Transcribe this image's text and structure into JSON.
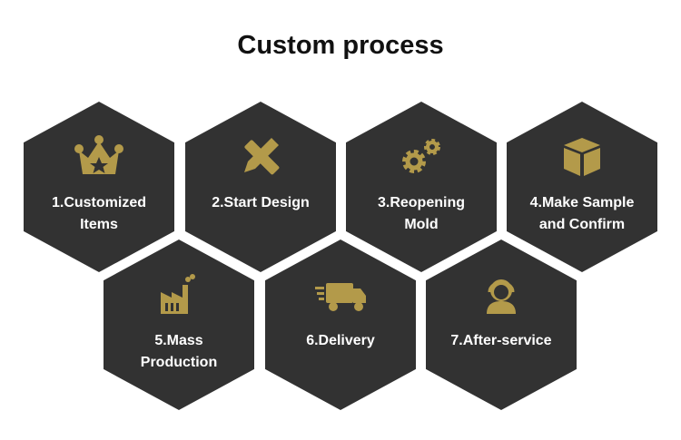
{
  "title": "Custom process",
  "accent_color": "#b39a4a",
  "steps": [
    {
      "line1": "1.Customized",
      "line2": "Items",
      "icon": "crown-icon"
    },
    {
      "line1": "2.Start Design",
      "line2": "",
      "icon": "pencil-ruler-icon"
    },
    {
      "line1": "3.Reopening",
      "line2": "Mold",
      "icon": "gears-icon"
    },
    {
      "line1": "4.Make Sample",
      "line2": "and Confirm",
      "icon": "box-icon"
    },
    {
      "line1": "5.Mass",
      "line2": "Production",
      "icon": "factory-icon"
    },
    {
      "line1": "6.Delivery",
      "line2": "",
      "icon": "truck-icon"
    },
    {
      "line1": "7.After-service",
      "line2": "",
      "icon": "headset-agent-icon"
    }
  ]
}
